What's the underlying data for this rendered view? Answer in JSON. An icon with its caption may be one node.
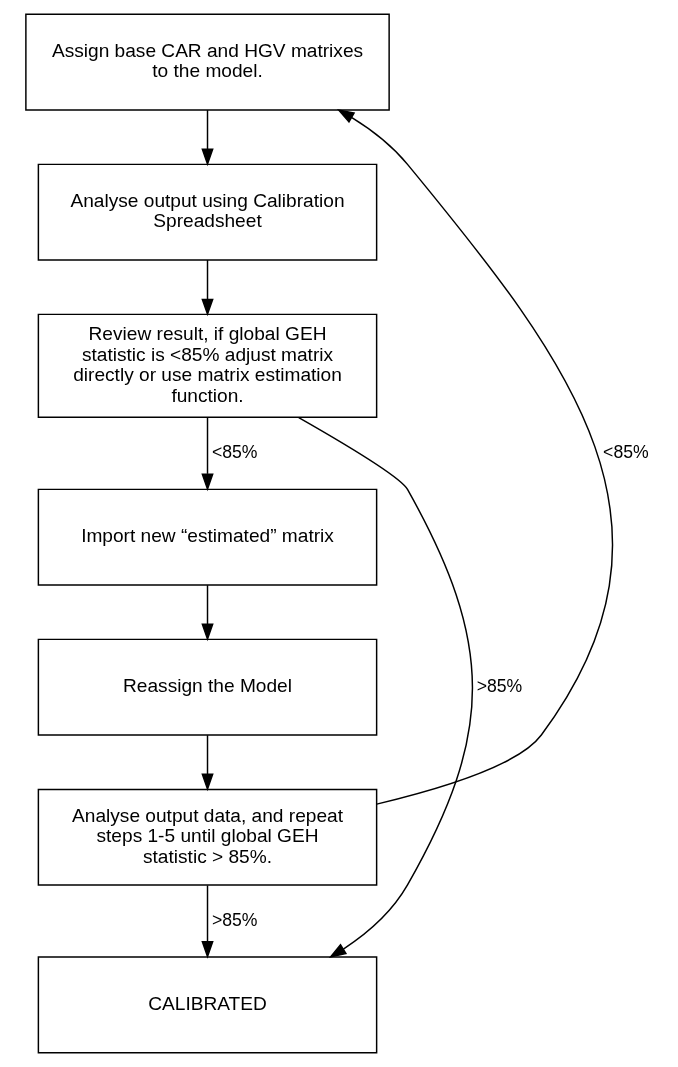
{
  "diagram": {
    "nodes": [
      {
        "text": [
          "Assign base CAR and HGV matrixes to the model."
        ]
      },
      {
        "text": [
          "Analyse output using Calibration Spreadsheet"
        ]
      },
      {
        "text": [
          "Review result, if global GEH statistic is <85% adjust matrix directly or use matrix estimation function."
        ]
      },
      {
        "text": [
          "Import new “estimated” matrix"
        ]
      },
      {
        "text": [
          "Reassign the Model"
        ]
      },
      {
        "text": [
          "Analyse output data, and repeat steps 1-5 until global GEH statistic > 85%."
        ]
      },
      {
        "text": [
          "CALIBRATED"
        ]
      }
    ],
    "edges": [
      {
        "from": 0,
        "to": 1,
        "arrow": "to"
      },
      {
        "from": 1,
        "to": 2,
        "arrow": "to"
      },
      {
        "from": 2,
        "to": 3,
        "arrow": "to",
        "label": "<85%"
      },
      {
        "from": 2,
        "to": 6,
        "arrow": "to",
        "label": ">85%"
      },
      {
        "from": 3,
        "to": 4,
        "arrow": "to"
      },
      {
        "from": 4,
        "to": 5,
        "arrow": "to"
      },
      {
        "from": 5,
        "to": 0,
        "arrow": "to",
        "label": "<85%"
      },
      {
        "from": 5,
        "to": 6,
        "arrow": "to",
        "label": ">85%"
      }
    ]
  }
}
